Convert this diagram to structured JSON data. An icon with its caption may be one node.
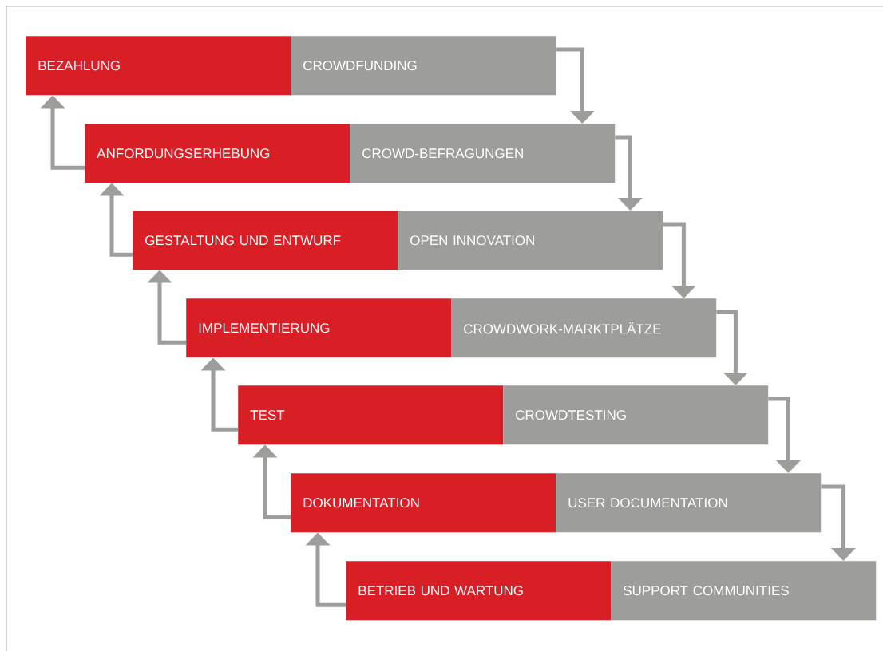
{
  "diagram": {
    "nodes": [
      {
        "text": [
          "BEZAHLUNG"
        ]
      },
      {
        "text": [
          "CROWDFUNDING"
        ]
      },
      {
        "text": [
          "ANFORDUNGSERHEBUNG"
        ]
      },
      {
        "text": [
          "CROWD-BEFRAGUNGEN"
        ]
      },
      {
        "text": [
          "GESTALTUNG UND ENTWURF"
        ]
      },
      {
        "text": [
          "OPEN INNOVATION"
        ]
      },
      {
        "text": [
          "IMPLEMENTIERUNG"
        ]
      },
      {
        "text": [
          "CROWDWORK-MARKTPLÄTZE"
        ]
      },
      {
        "text": [
          "TEST"
        ]
      },
      {
        "text": [
          "CROWDTESTING"
        ]
      },
      {
        "text": [
          "DOKUMENTATION"
        ]
      },
      {
        "text": [
          "USER DOCUMENTATION"
        ]
      },
      {
        "text": [
          "BETRIEB UND WARTUNG"
        ]
      },
      {
        "text": [
          "SUPPORT COMMUNITIES"
        ]
      }
    ],
    "edges": [
      {
        "from": 1,
        "to": 3,
        "arrow": "to"
      },
      {
        "from": 3,
        "to": 5,
        "arrow": "to"
      },
      {
        "from": 5,
        "to": 7,
        "arrow": "to"
      },
      {
        "from": 7,
        "to": 9,
        "arrow": "to"
      },
      {
        "from": 9,
        "to": 11,
        "arrow": "to"
      },
      {
        "from": 11,
        "to": 13,
        "arrow": "to"
      },
      {
        "from": 2,
        "to": 0,
        "arrow": "to"
      },
      {
        "from": 4,
        "to": 2,
        "arrow": "to"
      },
      {
        "from": 6,
        "to": 4,
        "arrow": "to"
      },
      {
        "from": 8,
        "to": 6,
        "arrow": "to"
      },
      {
        "from": 10,
        "to": 8,
        "arrow": "to"
      },
      {
        "from": 12,
        "to": 10,
        "arrow": "to"
      }
    ]
  }
}
